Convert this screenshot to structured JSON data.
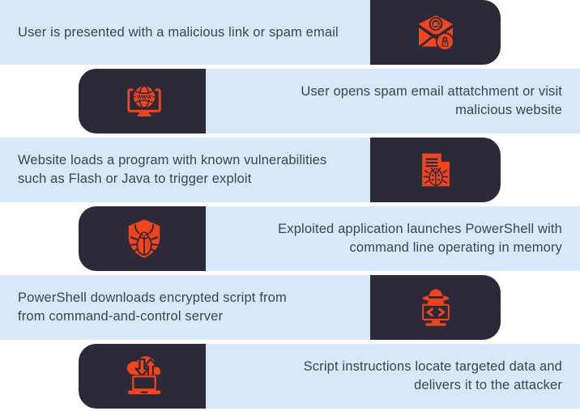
{
  "theme": {
    "panel_bg": "#d7e8f8",
    "tile_bg": "#2a2a38",
    "icon_color": "#f2441f",
    "text_color": "#3c4653",
    "page_bg": "#ffffff"
  },
  "diagram": {
    "type": "attack-chain-flow",
    "step_count": 6,
    "steps": [
      {
        "index": 1,
        "text": "User is presented with a malicious link or spam email",
        "icon": "email-at-lock-icon",
        "align": "left"
      },
      {
        "index": 2,
        "text": "User opens spam email attatchment or visit\nmalicious website",
        "icon": "globe-www-monitor-icon",
        "align": "right"
      },
      {
        "index": 3,
        "text": "Website loads a program with known vulnerabilities\nsuch as Flash or Java to trigger exploit",
        "icon": "document-bug-icon",
        "align": "left"
      },
      {
        "index": 4,
        "text": "Exploited application launches PowerShell with\ncommand line operating in memory",
        "icon": "shield-beetle-icon",
        "align": "right"
      },
      {
        "index": 5,
        "text": "PowerShell downloads encrypted script from\nfrom command-and-control server",
        "icon": "hacker-code-monitor-icon",
        "align": "left"
      },
      {
        "index": 6,
        "text": "Script instructions locate targeted data and\ndelivers it to the attacker",
        "icon": "cloud-arrows-laptop-icon",
        "align": "right"
      }
    ]
  }
}
